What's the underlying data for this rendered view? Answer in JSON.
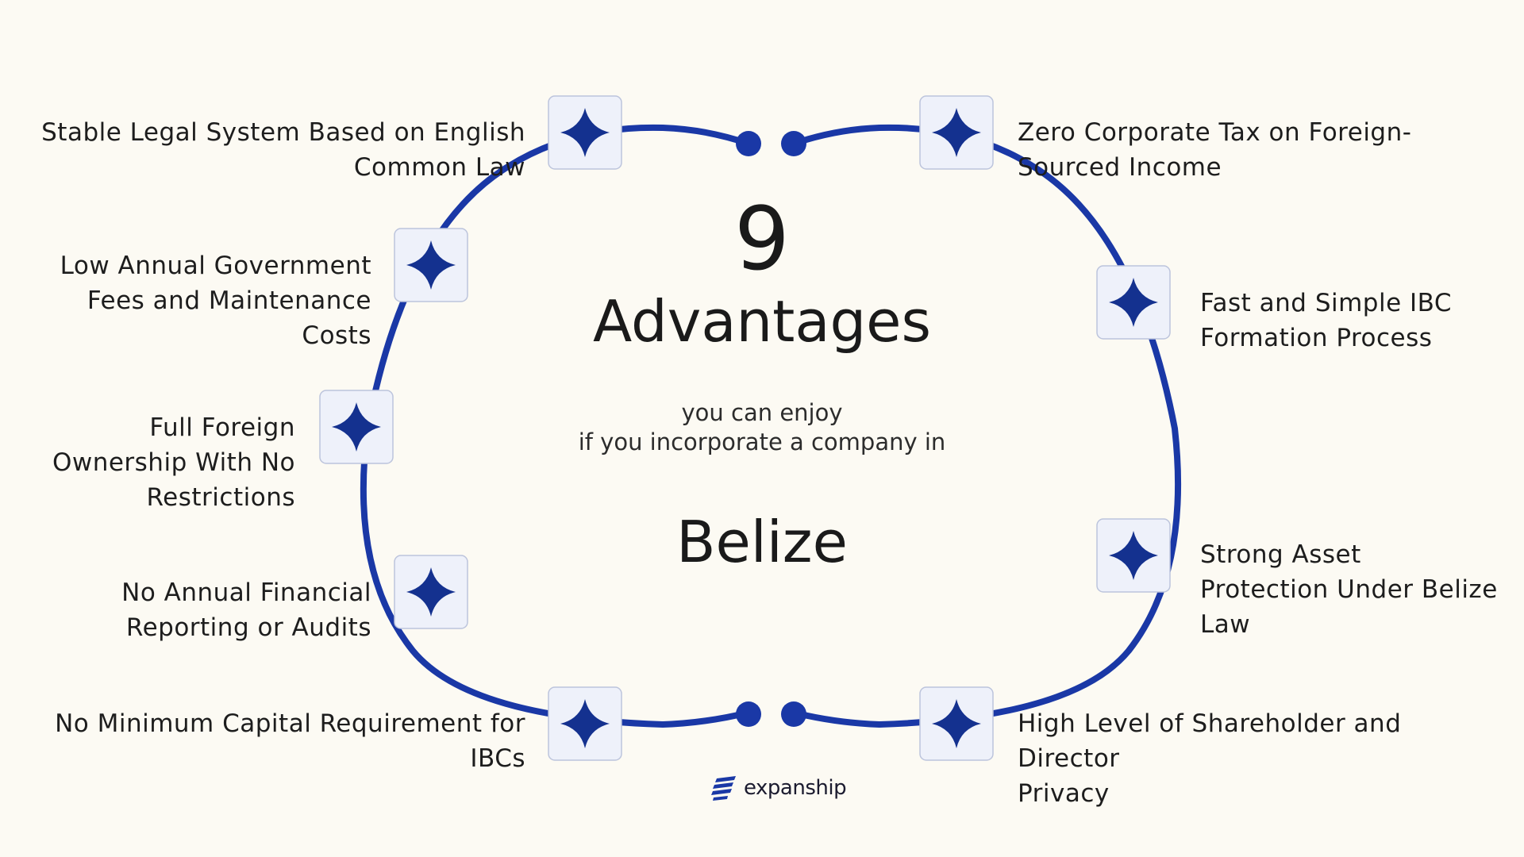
{
  "center": {
    "number": "9",
    "heading": "Advantages",
    "subtitle_line1": "you can enjoy",
    "subtitle_line2": "if you incorporate a company in",
    "country": "Belize"
  },
  "advantages": {
    "left": [
      {
        "line1": "Stable Legal System Based on English",
        "line2": "Common Law",
        "line3": ""
      },
      {
        "line1": "Low Annual Government",
        "line2": "Fees and Maintenance",
        "line3": "Costs"
      },
      {
        "line1": "Full Foreign",
        "line2": "Ownership With No",
        "line3": "Restrictions"
      },
      {
        "line1": "No Annual Financial",
        "line2": "Reporting or Audits",
        "line3": ""
      },
      {
        "line1": "No Minimum Capital Requirement for",
        "line2": "IBCs",
        "line3": ""
      }
    ],
    "right": [
      {
        "line1": "Zero Corporate Tax on Foreign-",
        "line2": "Sourced Income",
        "line3": ""
      },
      {
        "line1": "Fast and Simple IBC",
        "line2": "Formation Process",
        "line3": ""
      },
      {
        "line1": "Strong Asset",
        "line2": "Protection Under Belize",
        "line3": "Law"
      },
      {
        "line1": "High Level of Shareholder and Director",
        "line2": "Privacy",
        "line3": ""
      }
    ]
  },
  "brand": {
    "name": "expanship"
  },
  "colors": {
    "background": "#fcfaf3",
    "ring": "#1a38a6",
    "icon_box": "#eef1fa",
    "icon_border": "#bcc4dc",
    "star": "#14318f",
    "text": "#1d1d1d"
  },
  "icons": {
    "node": "sparkle-icon",
    "logo": "expanship-logo-icon"
  }
}
